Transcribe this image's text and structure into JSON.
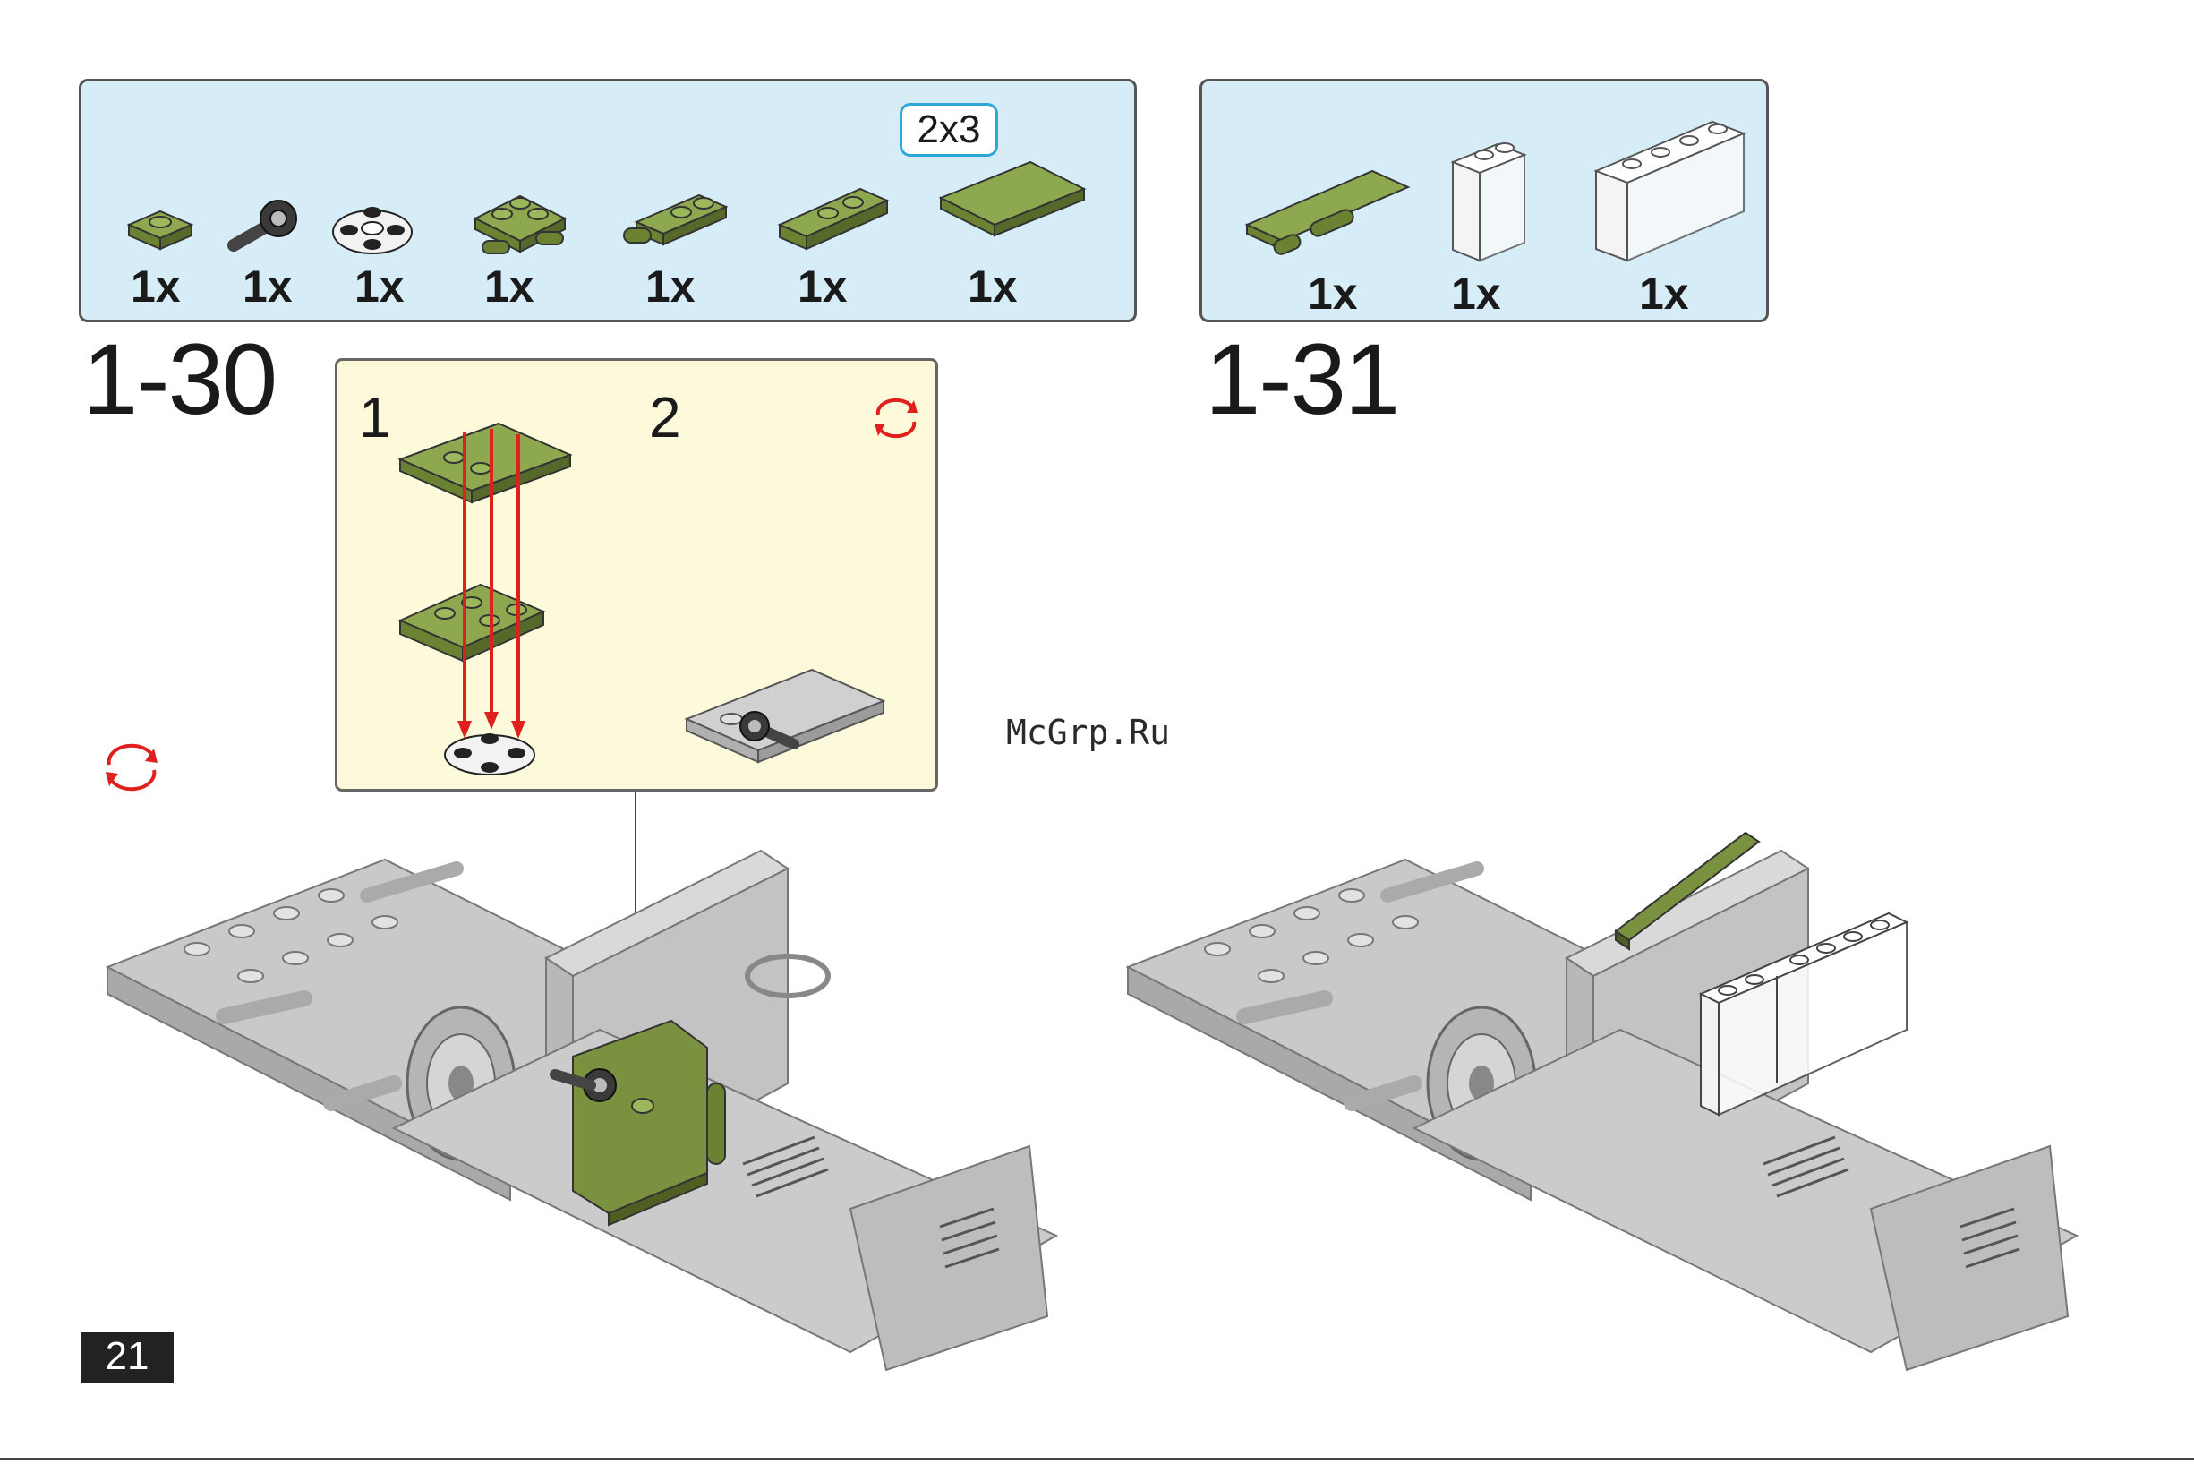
{
  "steps": [
    {
      "number": "1-30",
      "parts": [
        {
          "icon": "green-plate-1x1",
          "qty": "1x"
        },
        {
          "icon": "dark-gray-bar-holder",
          "qty": "1x"
        },
        {
          "icon": "round-plate-with-pins",
          "qty": "1x"
        },
        {
          "icon": "green-plate-with-clips",
          "qty": "1x"
        },
        {
          "icon": "green-plate-with-side-clip",
          "qty": "1x"
        },
        {
          "icon": "green-plate-1x2-jumper",
          "qty": "1x"
        },
        {
          "icon": "green-tile-2x3",
          "qty": "1x",
          "badge": "2x3"
        }
      ],
      "substeps": [
        "1",
        "2"
      ]
    },
    {
      "number": "1-31",
      "parts": [
        {
          "icon": "green-hinge-plate",
          "qty": "1x"
        },
        {
          "icon": "clear-panel-1x2",
          "qty": "1x"
        },
        {
          "icon": "clear-panel-1x4",
          "qty": "1x"
        }
      ]
    }
  ],
  "watermark": "McGrp.Ru",
  "page_number": "21",
  "colors": {
    "olive": "#7a9140",
    "olive_dark": "#4f5f22",
    "gray": "#c4c4c4",
    "gray_dark": "#8a8a8a",
    "red_arrow": "#e0201c",
    "parts_bg": "#d6ecf7",
    "sub_bg": "#fdfadb"
  }
}
